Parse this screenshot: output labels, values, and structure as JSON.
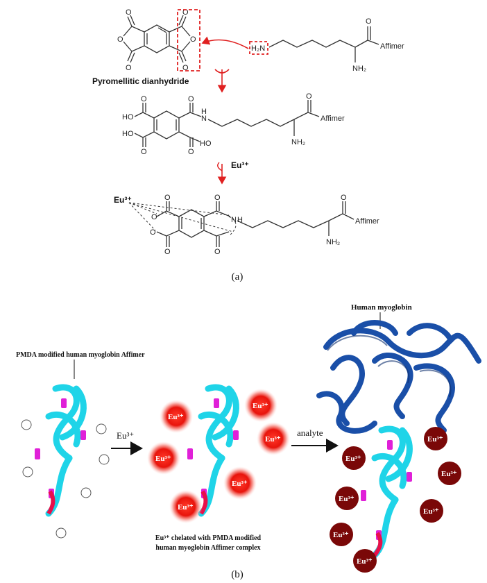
{
  "panel_a": {
    "label": "(a)",
    "compound_name": "Pyromellitic dianhydride",
    "amine_label": "H₂N",
    "affimer_label": "Affimer",
    "nh2_label": "NH₂",
    "ho_label": "HO",
    "nh_label": "N",
    "h_label": "H",
    "europium_label": "Eu³⁺",
    "oxygen_label": "O",
    "colors": {
      "arrow": "#e02020",
      "bond": "#333333"
    }
  },
  "panel_b": {
    "label": "(b)",
    "human_myoglobin_label": "Human myoglobin",
    "modified_affimer_label": "PMDA modified  human myoglobin Affimer",
    "reagent_arrow_label": "Eu³⁺",
    "analyte_arrow_label": "analyte",
    "complex_caption_line1": "Eu³⁺ chelated with PMDA modified",
    "complex_caption_line2": "human myoglobin Affimer complex",
    "europium_ion_label": "Eu³⁺",
    "colors": {
      "affimer": "#1fd4e8",
      "affimer_highlight": "#e020d8",
      "affimer_tail": "#e8104a",
      "myoglobin": "#1a4fa8",
      "europium_bright": "#e8140c",
      "europium_dark": "#7a0808"
    },
    "icons": [
      "affimer-protein-icon",
      "myoglobin-protein-icon",
      "europium-ion-icon",
      "reaction-arrow-icon"
    ]
  }
}
